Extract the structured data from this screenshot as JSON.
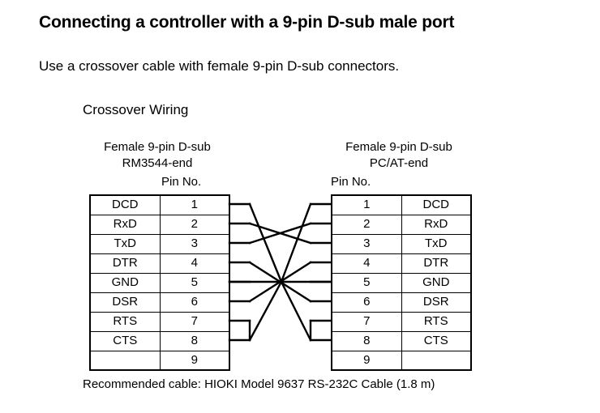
{
  "document": {
    "title": "Connecting a controller with a 9-pin D-sub male port",
    "subtitle": "Use a crossover cable with female 9-pin D-sub connectors.",
    "section_heading": "Crossover Wiring",
    "footer_note": "Recommended cable: HIOKI Model 9637 RS-232C Cable (1.8 m)"
  },
  "left_connector": {
    "caption_line1": "Female 9-pin D-sub",
    "caption_line2": "RM3544-end",
    "pin_no_label": "Pin No.",
    "rows": [
      {
        "signal": "DCD",
        "pin": "1"
      },
      {
        "signal": "RxD",
        "pin": "2"
      },
      {
        "signal": "TxD",
        "pin": "3"
      },
      {
        "signal": "DTR",
        "pin": "4"
      },
      {
        "signal": "GND",
        "pin": "5"
      },
      {
        "signal": "DSR",
        "pin": "6"
      },
      {
        "signal": "RTS",
        "pin": "7"
      },
      {
        "signal": "CTS",
        "pin": "8"
      },
      {
        "signal": "",
        "pin": "9"
      }
    ]
  },
  "right_connector": {
    "caption_line1": "Female 9-pin D-sub",
    "caption_line2": "PC/AT-end",
    "pin_no_label": "Pin No.",
    "rows": [
      {
        "pin": "1",
        "signal": "DCD"
      },
      {
        "pin": "2",
        "signal": "RxD"
      },
      {
        "pin": "3",
        "signal": "TxD"
      },
      {
        "pin": "4",
        "signal": "DTR"
      },
      {
        "pin": "5",
        "signal": "GND"
      },
      {
        "pin": "6",
        "signal": "DSR"
      },
      {
        "pin": "7",
        "signal": "RTS"
      },
      {
        "pin": "8",
        "signal": "CTS"
      },
      {
        "pin": "9",
        "signal": ""
      }
    ]
  },
  "wiring": {
    "line_color": "#000000",
    "connections": [
      {
        "from_pin": "1",
        "from_signal": "DCD",
        "to_pin": "4",
        "to_signal": "DTR"
      },
      {
        "from_pin": "2",
        "from_signal": "RxD",
        "to_pin": "3",
        "to_signal": "TxD"
      },
      {
        "from_pin": "3",
        "from_signal": "TxD",
        "to_pin": "2",
        "to_signal": "RxD"
      },
      {
        "from_pin": "4",
        "from_signal": "DTR",
        "to_pin": "1",
        "to_signal": "DCD"
      },
      {
        "from_pin": "5",
        "from_signal": "GND",
        "to_pin": "5",
        "to_signal": "GND"
      },
      {
        "from_pin": "6",
        "from_signal": "DSR",
        "to_pin": "7",
        "to_signal": "RTS"
      },
      {
        "from_pin": "7",
        "from_signal": "RTS",
        "to_pin": "6",
        "to_signal": "DSR"
      },
      {
        "from_pin": "8",
        "from_signal": "CTS",
        "to_pin": "8",
        "to_signal": "CTS"
      }
    ],
    "jumpers": [
      {
        "side": "left",
        "pins": [
          "7",
          "8"
        ]
      },
      {
        "side": "right",
        "pins": [
          "7",
          "8"
        ]
      }
    ]
  }
}
